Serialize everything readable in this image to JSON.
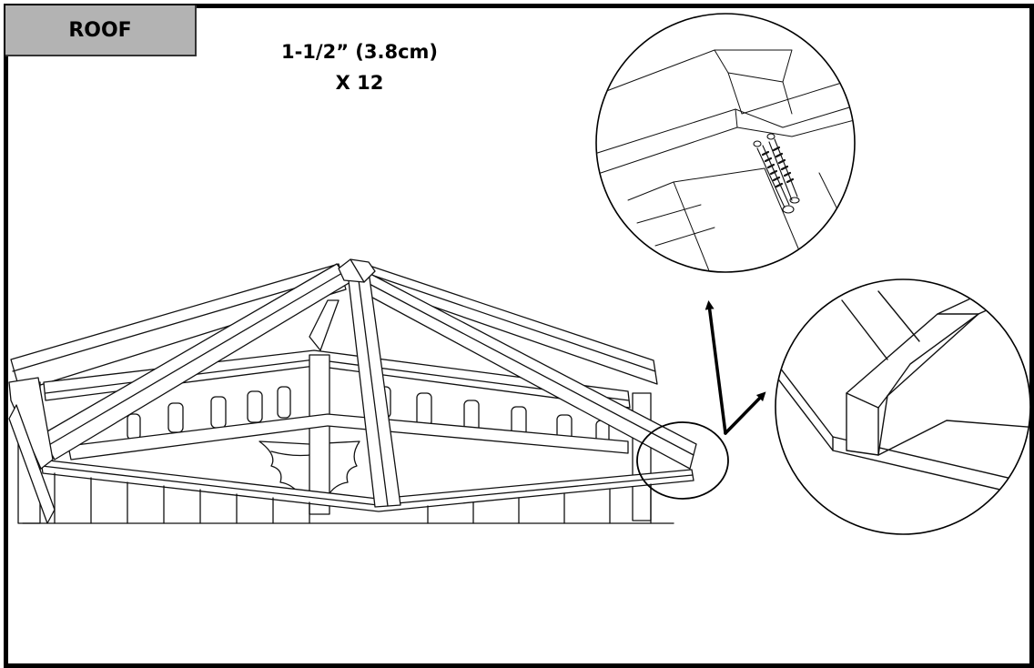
{
  "section": {
    "title": "ROOF"
  },
  "hardware": {
    "size": "1-1/2” (3.8cm)",
    "quantity": "X 12"
  }
}
